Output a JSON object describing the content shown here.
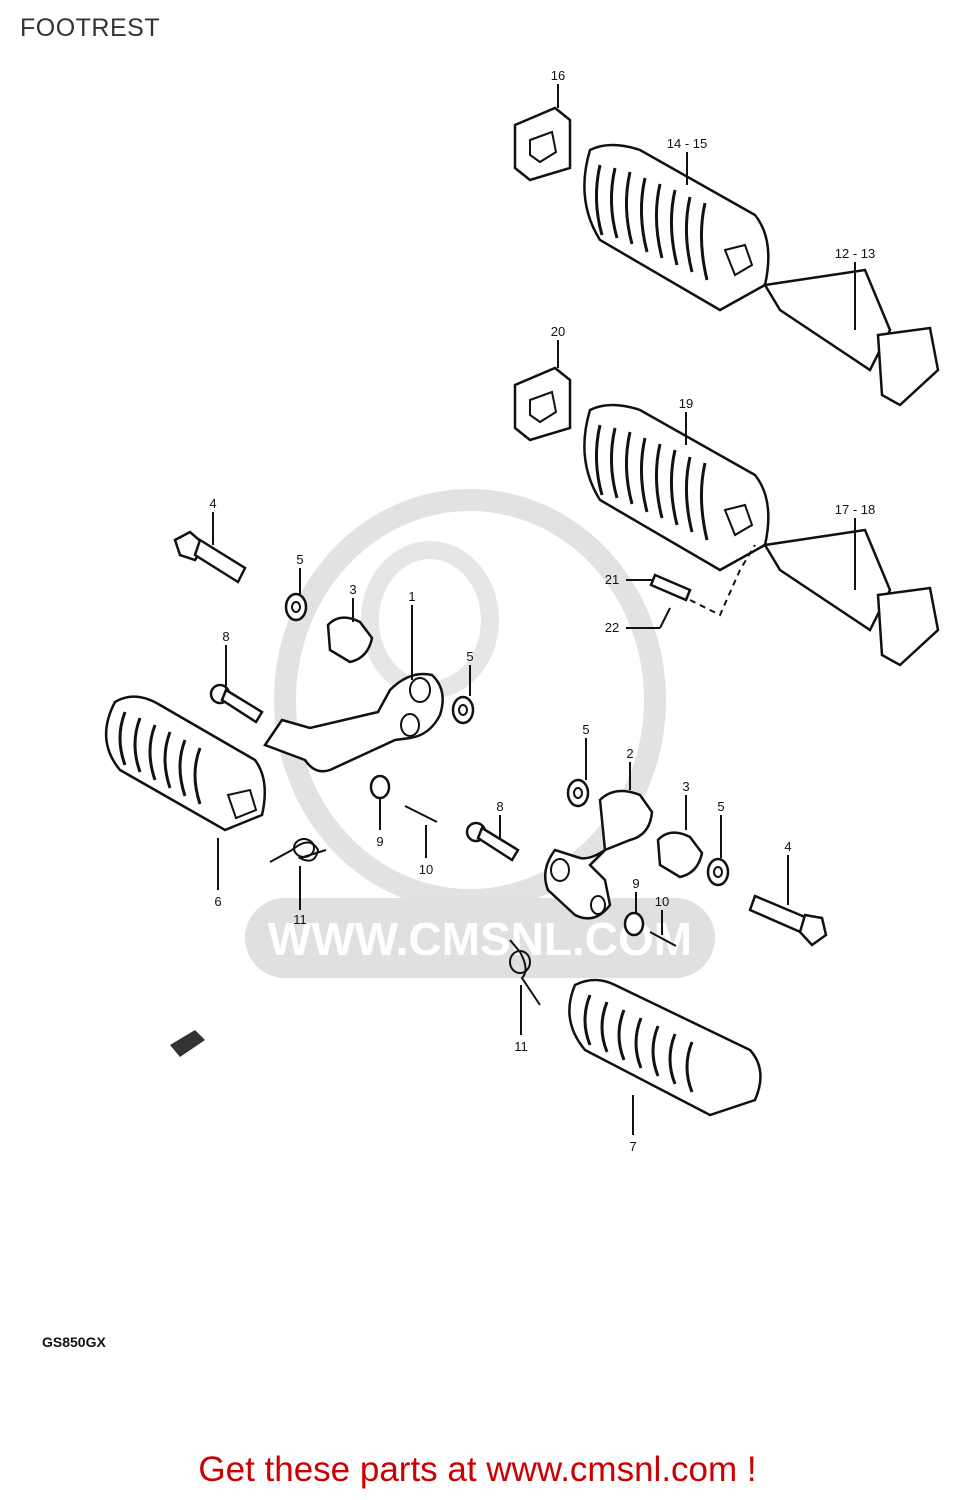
{
  "title": "FOOTREST",
  "model": "GS850GX",
  "cta": "Get these parts at www.cmsnl.com !",
  "watermark": {
    "text": "WWW.CMSNL.COM",
    "color": "#e0e0e0"
  },
  "colors": {
    "line": "#111111",
    "cta": "#cc0000",
    "title": "#333333"
  },
  "callouts": [
    "16",
    "14 - 15",
    "12 - 13",
    "20",
    "19",
    "17 - 18",
    "21",
    "22",
    "4",
    "5",
    "3",
    "1",
    "8",
    "5",
    "6",
    "9",
    "10",
    "11",
    "5",
    "2",
    "3",
    "5",
    "8",
    "4",
    "9",
    "10",
    "11",
    "7"
  ]
}
